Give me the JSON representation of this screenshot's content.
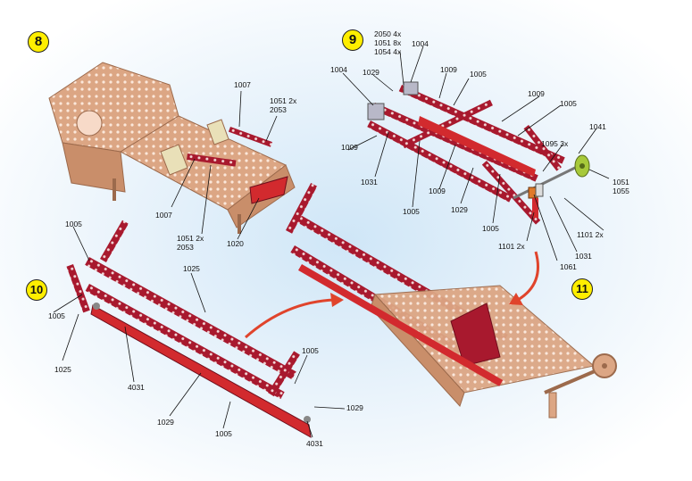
{
  "steps": [
    {
      "number": "8"
    },
    {
      "number": "9"
    },
    {
      "number": "10"
    },
    {
      "number": "11"
    }
  ],
  "labels": {
    "s8_1007_top": "1007",
    "s8_1051_top": "1051 2x\n2053",
    "s8_1007_bottom": "1007",
    "s8_1051_bottom": "1051 2x\n2053",
    "s8_1020": "1020",
    "s9_stack": "2050 4x\n1051 8x\n1054 4x",
    "s9_1004_top": "1004",
    "s9_1004_left": "1004",
    "s9_1029_top": "1029",
    "s9_1009_top": "1009",
    "s9_1005_top": "1005",
    "s9_1009_right": "1009",
    "s9_1005_right": "1005",
    "s9_1041": "1041",
    "s9_1095": "1095 3x",
    "s9_1009_left": "1009",
    "s9_1031_left": "1031",
    "s9_1009_mid": "1009",
    "s9_1029_mid": "1029",
    "s9_1005_bottom": "1005",
    "s9_1005_bottom2": "1005",
    "s9_1051": "1051\n1055",
    "s9_1101_right": "1101 2x",
    "s9_1101_bottom": "1101 2x",
    "s9_1031_bottom": "1031",
    "s9_1061": "1061",
    "s10_1005_top": "1005",
    "s10_1025_top": "1025",
    "s10_1005_left": "1005",
    "s10_1025_left": "1025",
    "s10_4031_left": "4031",
    "s10_1029_bottom": "1029",
    "s10_1005_bottom": "1005",
    "s10_1005_right": "1005",
    "s10_1029_right": "1029",
    "s10_4031_right": "4031"
  },
  "colors": {
    "beam": "#a8192e",
    "beam_dark": "#6e0e1c",
    "base": "#d22a2e",
    "copper": "#d9a07c",
    "copper_dark": "#9c6a4c",
    "arrow": "#e0442c",
    "badge": "#ffee00",
    "wheel": "#a7c93a"
  }
}
